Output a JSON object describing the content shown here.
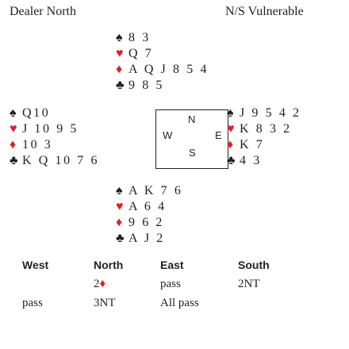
{
  "header": {
    "dealer": "Dealer North",
    "vulnerability": "N/S Vulnerable"
  },
  "colors": {
    "red_suit": "#e01d2f",
    "black_suit": "#231f20"
  },
  "suits": {
    "spades": "♠",
    "hearts": "♥",
    "diamonds": "♦",
    "clubs": "♣"
  },
  "hands": {
    "north": {
      "spades": "8 3",
      "hearts": "Q 7",
      "diamonds": "A Q J 8 5 4",
      "clubs": "9 8 5"
    },
    "west": {
      "spades": "Q10",
      "hearts": "J 10 9 5",
      "diamonds": "10 3",
      "clubs": "K Q 10 7 6"
    },
    "east": {
      "spades": "J 9 5 4 2",
      "hearts": "K 8 3 2",
      "diamonds": "K 7",
      "clubs": "4 3"
    },
    "south": {
      "spades": "A K 7 6",
      "hearts": "A 6 4",
      "diamonds": "9 6 2",
      "clubs": "A J 2"
    }
  },
  "compass": {
    "n": "N",
    "w": "W",
    "e": "E",
    "s": "S"
  },
  "auction": {
    "headers": [
      "West",
      "North",
      "East",
      "South"
    ],
    "rows": [
      [
        "",
        "2♦",
        "pass",
        "2NT"
      ],
      [
        "pass",
        "3NT",
        "All pass",
        ""
      ]
    ]
  }
}
